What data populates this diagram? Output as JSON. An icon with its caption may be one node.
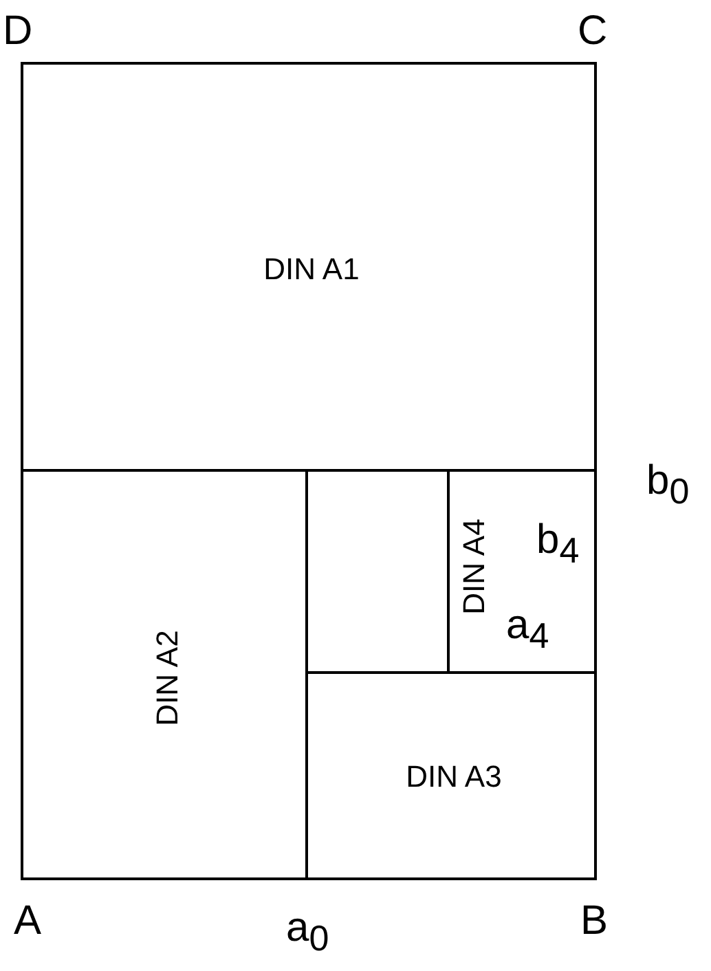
{
  "diagram": {
    "nodes": [
      {
        "text": [
          "DIN A1"
        ]
      },
      {
        "text": [
          "DIN A2"
        ]
      },
      {
        "text": [],
        "shape": "box"
      },
      {
        "text": [
          "DIN A4"
        ]
      },
      {
        "text": [
          "DIN A3"
        ]
      }
    ],
    "edges": [],
    "labels": [
      "D",
      "C",
      "b$_{0}$",
      "b$_{4}$",
      "a$_{4}$",
      "A",
      "a$_{0}$",
      "B"
    ]
  }
}
